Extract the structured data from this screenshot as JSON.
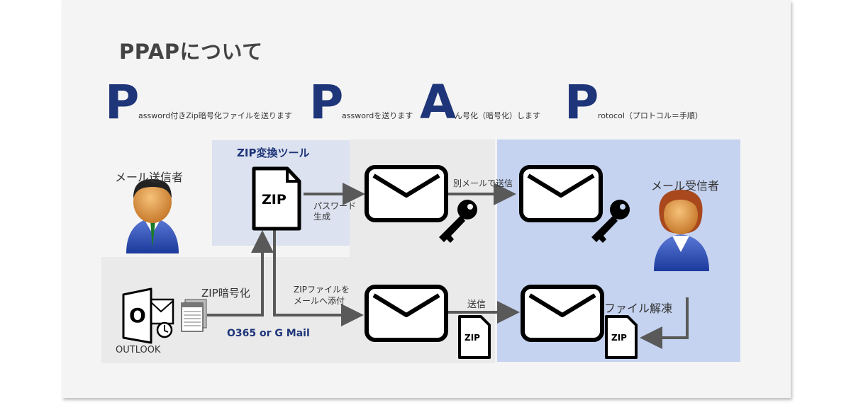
{
  "page_title": "PPAPについて",
  "acronym": [
    {
      "letter": "P",
      "rest": "assword付きZip暗号化ファイルを送ります"
    },
    {
      "letter": "P",
      "rest": "asswordを送ります"
    },
    {
      "letter": "A",
      "rest": "ん号化（暗号化）します"
    },
    {
      "letter": "P",
      "rest": "rotocol（プロトコル＝手順）"
    }
  ],
  "labels": {
    "zip_tool": "ZIP変換ツール",
    "sender": "メール送信者",
    "receiver": "メール受信者",
    "separate_mail": "別メールで送信",
    "password_gen_1": "パスワード",
    "password_gen_2": "生成",
    "zip_encrypt": "ZIP暗号化",
    "attach_1": "ZIPファイルを",
    "attach_2": "メールへ添付",
    "send": "送信",
    "file_decrypt": "ファイル解凍",
    "mail_service": "O365 or G Mail",
    "outlook": "OUTLOOK",
    "zip_text": "ZIP",
    "outlook_letter": "O"
  },
  "colors": {
    "accent_blue": "#1e3579",
    "zone_tool": "#dce2ef",
    "zone_receiver": "#c5d3f0",
    "zone_light": "#eaeaea",
    "arrow": "#595959"
  }
}
